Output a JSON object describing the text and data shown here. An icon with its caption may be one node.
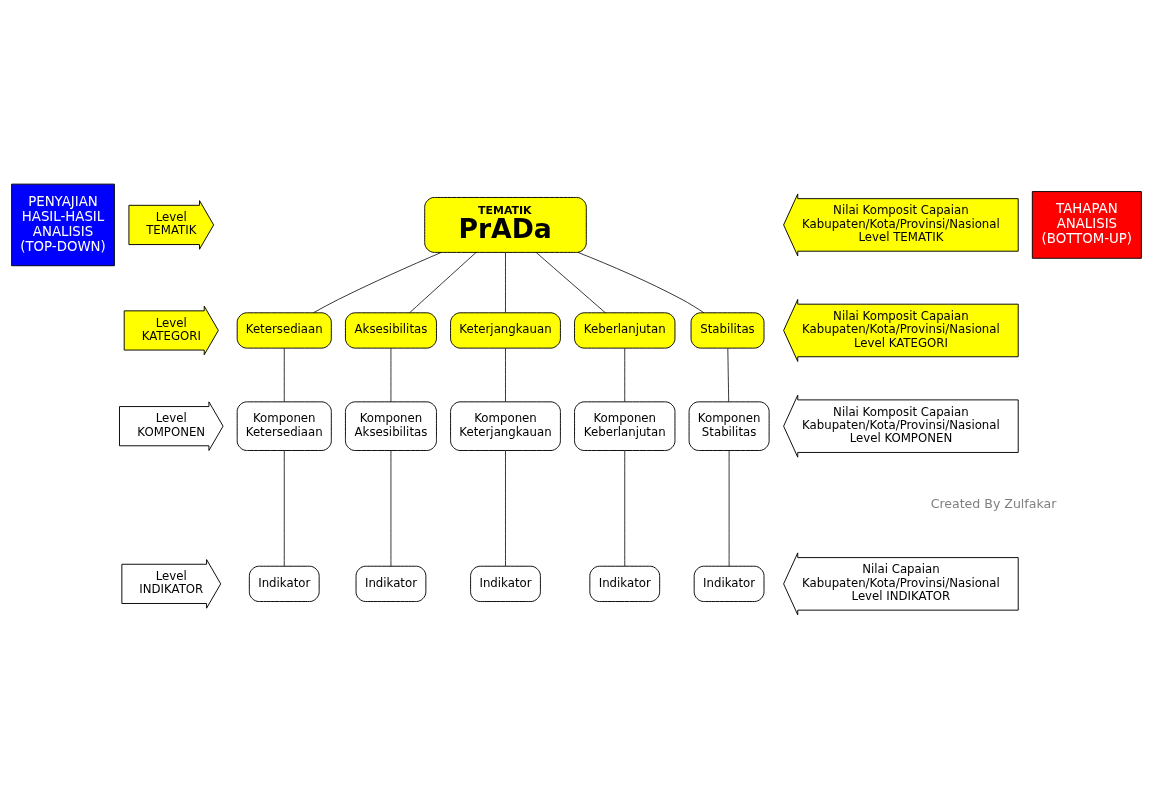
{
  "diagram": {
    "nodes": [
      {
        "text": [
          "PENYAJIAN HASIL-HASIL ANALISIS (TOP-DOWN)"
        ]
      },
      {
        "text": [
          "Level TEMATIK"
        ]
      },
      {
        "text": [
          "TEMATIK",
          "PrADa"
        ]
      },
      {
        "text": [
          "Nilai Komposit Capaian Kabupaten/Kota/Provinsi/Nasional Level TEMATIK"
        ]
      },
      {
        "text": [
          "TAHAPAN ANALISIS (BOTTOM-UP)"
        ]
      },
      {
        "text": [
          "Level KATEGORI"
        ]
      },
      {
        "text": [
          "Ketersediaan"
        ]
      },
      {
        "text": [
          "Aksesibilitas"
        ]
      },
      {
        "text": [
          "Keterjangkauan"
        ]
      },
      {
        "text": [
          "Keberlanjutan"
        ]
      },
      {
        "text": [
          "Stabilitas"
        ]
      },
      {
        "text": [
          "Nilai Komposit Capaian Kabupaten/Kota/Provinsi/Nasional Level KATEGORI"
        ]
      },
      {
        "text": [
          "Level KOMPONEN"
        ]
      },
      {
        "text": [
          "Komponen Ketersediaan"
        ]
      },
      {
        "text": [
          "Komponen Aksesibilitas"
        ]
      },
      {
        "text": [
          "Komponen Keterjangkauan"
        ]
      },
      {
        "text": [
          "Komponen Keberlanjutan"
        ]
      },
      {
        "text": [
          "Komponen Stabilitas"
        ]
      },
      {
        "text": [
          "Nilai Komposit Capaian Kabupaten/Kota/Provinsi/Nasional Level KOMPONEN"
        ]
      },
      {
        "text": [
          "Level INDIKATOR"
        ]
      },
      {
        "text": [
          "Indikator"
        ]
      },
      {
        "text": [
          "Indikator"
        ]
      },
      {
        "text": [
          "Indikator"
        ]
      },
      {
        "text": [
          "Indikator"
        ]
      },
      {
        "text": [
          "Indikator"
        ]
      },
      {
        "text": [
          "Nilai Capaian Kabupaten/Kota/Provinsi/Nasional Level INDIKATOR"
        ]
      }
    ],
    "edges": [
      {
        "from": 2,
        "to": 6,
        "arrow": "none"
      },
      {
        "from": 2,
        "to": 7,
        "arrow": "none"
      },
      {
        "from": 2,
        "to": 8,
        "arrow": "none"
      },
      {
        "from": 2,
        "to": 9,
        "arrow": "none"
      },
      {
        "from": 2,
        "to": 10,
        "arrow": "none"
      },
      {
        "from": 6,
        "to": 13,
        "arrow": "none"
      },
      {
        "from": 7,
        "to": 14,
        "arrow": "none"
      },
      {
        "from": 8,
        "to": 15,
        "arrow": "none"
      },
      {
        "from": 9,
        "to": 16,
        "arrow": "none"
      },
      {
        "from": 10,
        "to": 17,
        "arrow": "none"
      },
      {
        "from": 13,
        "to": 20,
        "arrow": "none"
      },
      {
        "from": 14,
        "to": 21,
        "arrow": "none"
      },
      {
        "from": 15,
        "to": 22,
        "arrow": "none"
      },
      {
        "from": 16,
        "to": 23,
        "arrow": "none"
      },
      {
        "from": 17,
        "to": 24,
        "arrow": "none"
      }
    ],
    "labels": [
      "Created By Zulfakar"
    ]
  }
}
